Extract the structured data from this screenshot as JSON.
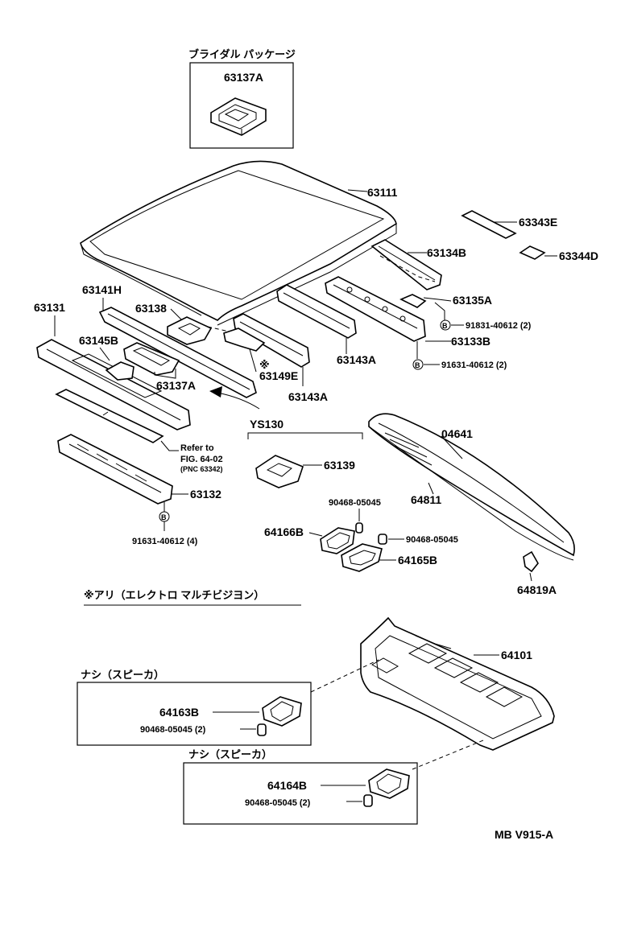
{
  "header": {
    "bridal_package_title": "ブライダル パッケージ"
  },
  "labels": {
    "p63137A_box": "63137A",
    "p63111": "63111",
    "p63343E": "63343E",
    "p63344D": "63344D",
    "p63134B": "63134B",
    "p63135A": "63135A",
    "p91831_40612": "91831-40612 (2)",
    "p63133B": "63133B",
    "p91631_40612_2": "91631-40612 (2)",
    "p63141H": "63141H",
    "p63138": "63138",
    "p63131": "63131",
    "p63145B": "63145B",
    "p63149E": "63149E",
    "p63143A_a": "63143A",
    "p63137A": "63137A",
    "p63143A_b": "63143A",
    "ys130": "YS130",
    "p04641": "04641",
    "refer_line1": "Refer to",
    "refer_line2": "FIG. 64-02",
    "refer_line3": "(PNC 63342)",
    "p63139": "63139",
    "p63132": "63132",
    "p90468_05045_a": "90468-05045",
    "p64811": "64811",
    "p64166B": "64166B",
    "p90468_05045_b": "90468-05045",
    "p64165B": "64165B",
    "p91631_40612_4": "91631-40612 (4)",
    "p64819A": "64819A",
    "note_ari": "※アリ（エレクトロ マルチビジヨン）",
    "star_mark": "※",
    "p64101": "64101",
    "nashi_speaker_1": "ナシ（スピーカ）",
    "p64163B": "64163B",
    "p90468_05045_c": "90468-05045 (2)",
    "nashi_speaker_2": "ナシ（スピーカ）",
    "p64164B": "64164B",
    "p90468_05045_d": "90468-05045 (2)",
    "bolt_letter": "B",
    "footer_code": "MB V915-A"
  }
}
